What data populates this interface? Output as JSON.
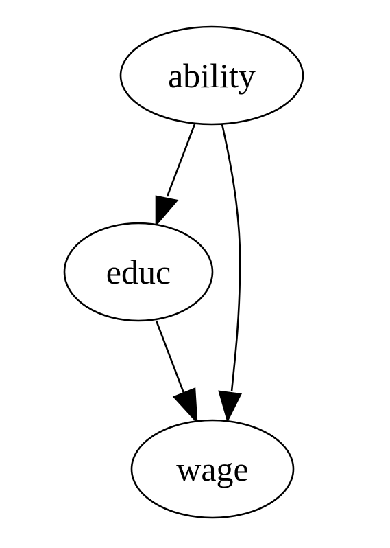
{
  "graph": {
    "nodes": [
      {
        "id": "ability",
        "label": "ability"
      },
      {
        "id": "educ",
        "label": "educ"
      },
      {
        "id": "wage",
        "label": "wage"
      }
    ],
    "edges": [
      {
        "from": "ability",
        "to": "educ"
      },
      {
        "from": "ability",
        "to": "wage"
      },
      {
        "from": "educ",
        "to": "wage"
      }
    ],
    "colors": {
      "stroke": "#000000",
      "background": "#ffffff"
    }
  }
}
